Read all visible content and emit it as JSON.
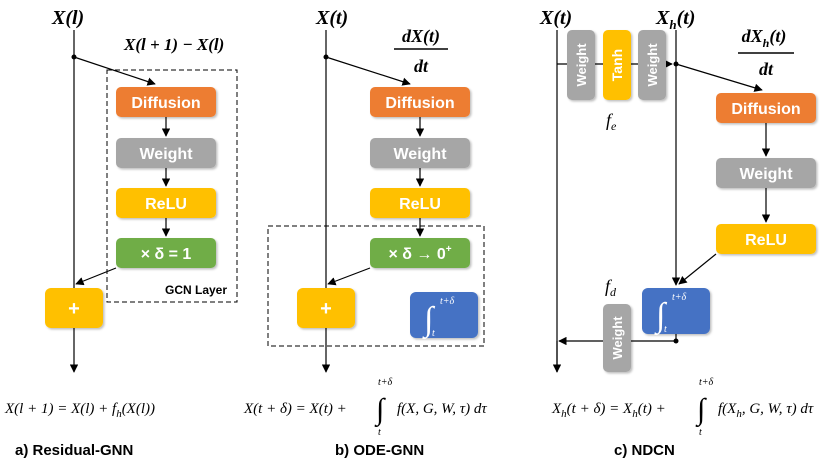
{
  "panel_a": {
    "input_label": "X(l)",
    "diff_label": "X(l + 1) − X(l)",
    "blocks": {
      "diffusion": "Diffusion",
      "weight": "Weight",
      "relu": "ReLU",
      "delta": "× δ = 1",
      "plus": "+"
    },
    "layer_label": "GCN Layer",
    "equation": "X(l + 1) = X(l) + f",
    "equation_sub": "h",
    "equation_tail": "(X(l))",
    "caption": "a) Residual-GNN"
  },
  "panel_b": {
    "input_label": "X(t)",
    "frac_num": "dX(t)",
    "frac_den": "dt",
    "blocks": {
      "diffusion": "Diffusion",
      "weight": "Weight",
      "relu": "ReLU",
      "delta": "× δ → 0",
      "delta_sup": "+",
      "plus": "+"
    },
    "int_upper": "t+δ",
    "int_lower": "t",
    "equation_left": "X(t + δ) = X(t) +",
    "equation_upper": "t+δ",
    "equation_lower": "t",
    "equation_right": "f(X, G, W, τ) dτ",
    "caption": "b) ODE-GNN"
  },
  "panel_c": {
    "input_label": "X(t)",
    "hidden_label": "X",
    "hidden_sub": "h",
    "hidden_tail": "(t)",
    "frac_num": "dX",
    "frac_num_sub": "h",
    "frac_num_tail": "(t)",
    "frac_den": "dt",
    "encoder": {
      "weight1": "Weight",
      "tanh": "Tanh",
      "weight2": "Weight",
      "label": "f",
      "label_sub": "e"
    },
    "blocks": {
      "diffusion": "Diffusion",
      "weight": "Weight",
      "relu": "ReLU"
    },
    "decoder": {
      "weight": "Weight",
      "label": "f",
      "label_sub": "d"
    },
    "int_upper": "t+δ",
    "int_lower": "t",
    "equation_left": "X",
    "equation_left_sub": "h",
    "equation_mid": "(t + δ) = X",
    "equation_mid_sub": "h",
    "equation_mid2": "(t) +",
    "equation_upper": "t+δ",
    "equation_lower": "t",
    "equation_right": "f(X",
    "equation_right_sub": "h",
    "equation_right_tail": ", G, W, τ) dτ",
    "caption": "c) NDCN"
  },
  "colors": {
    "orange": "#ED7D31",
    "gray": "#A6A6A6",
    "yellow": "#FFC000",
    "green": "#70AD47",
    "blue": "#4472C4"
  }
}
